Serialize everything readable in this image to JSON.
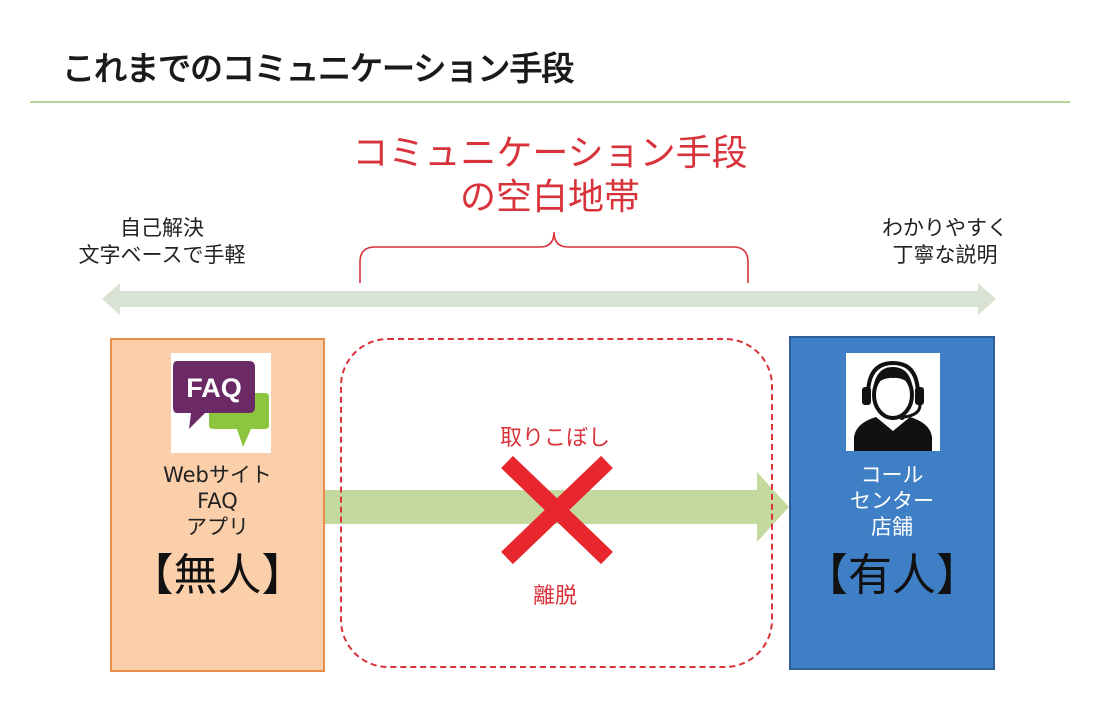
{
  "header": {
    "title": "これまでのコミュニケーション手段"
  },
  "gap": {
    "title_line1": "コミュニケーション手段",
    "title_line2": "の空白地帯",
    "dropout_top": "取りこぼし",
    "dropout_bottom": "離脱"
  },
  "left_note": {
    "line1": "自己解決",
    "line2": "文字ベースで手軽"
  },
  "right_note": {
    "line1": "わかりやすく",
    "line2": "丁寧な説明"
  },
  "left_panel": {
    "icon_text": "FAQ",
    "line1": "Webサイト",
    "line2": "FAQ",
    "line3": "アプリ",
    "tag": "【無人】"
  },
  "right_panel": {
    "line1": "コール",
    "line2": "センター",
    "line3": "店舗",
    "tag": "【有人】"
  },
  "colors": {
    "accent_red": "#d8333a",
    "arrow_green": "#c3d99e",
    "spectrum_bar": "#d9e3d3",
    "left_fill": "#fbcfaa",
    "right_fill": "#3f7fc5",
    "faq_purple": "#6b2a66",
    "faq_green": "#8cc63f"
  }
}
